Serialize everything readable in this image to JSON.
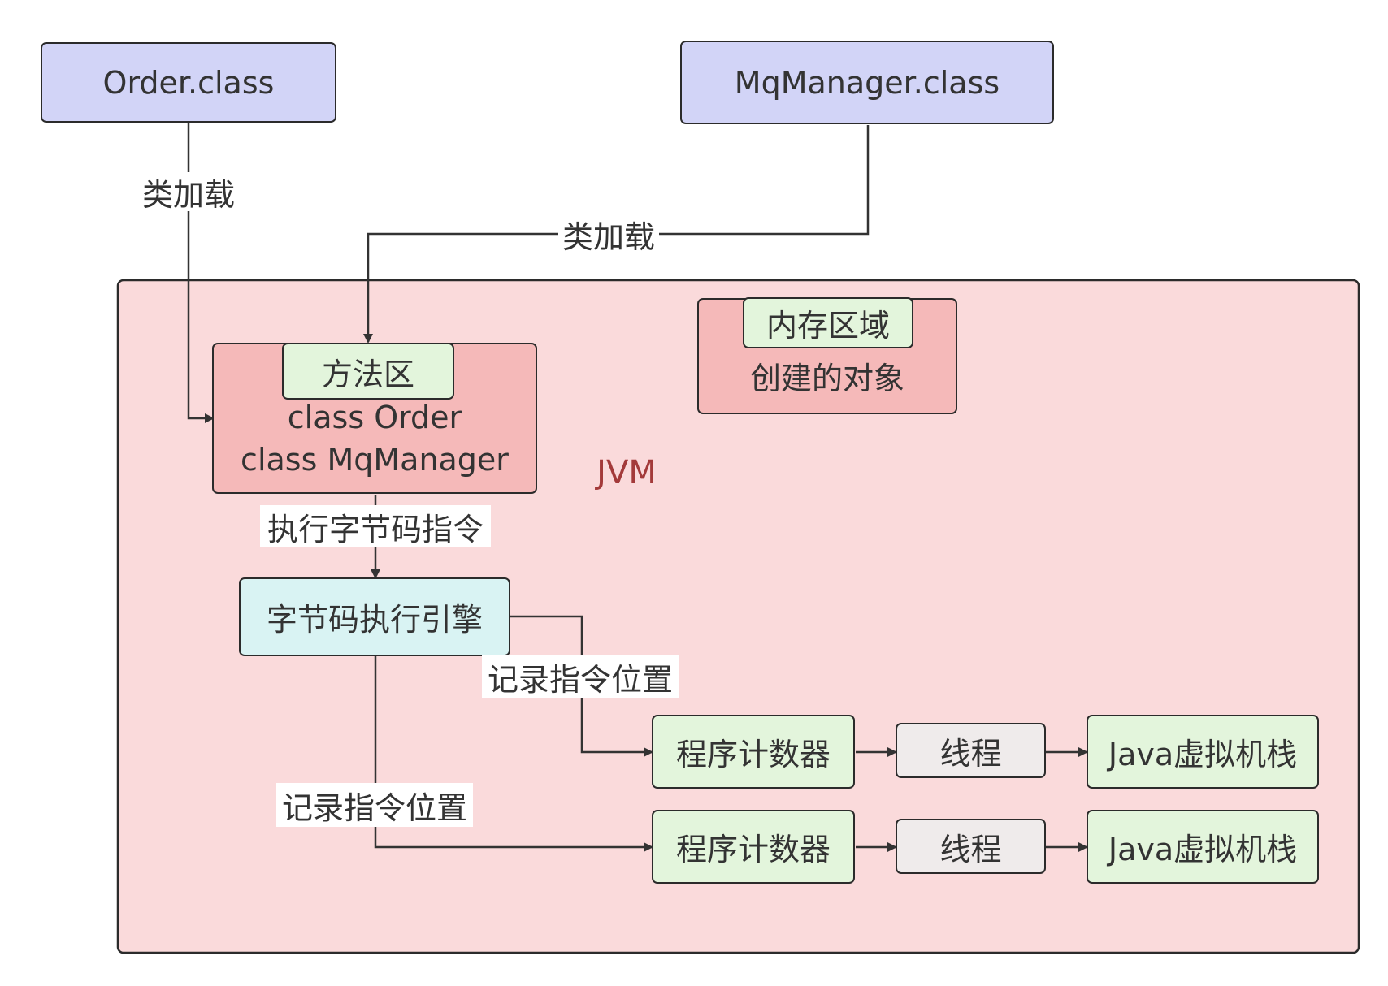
{
  "nodes": {
    "order_class": "Order.class",
    "mqmanager_class": "MqManager.class",
    "jvm_label": "JVM",
    "method_area": {
      "title": "方法区",
      "line1": "class Order",
      "line2": "class MqManager"
    },
    "memory_area": {
      "title": "内存区域",
      "content": "创建的对象"
    },
    "bytecode_engine": "字节码执行引擎",
    "rows": [
      {
        "counter": "程序计数器",
        "thread": "线程",
        "stack": "Java虚拟机栈"
      },
      {
        "counter": "程序计数器",
        "thread": "线程",
        "stack": "Java虚拟机栈"
      }
    ]
  },
  "edges": {
    "order_load": "类加载",
    "mq_load": "类加载",
    "execute": "执行字节码指令",
    "record_1": "记录指令位置",
    "record_2": "记录指令位置"
  },
  "colors": {
    "class_file": "#d2d4f7",
    "jvm_bg": "#fadadb",
    "area": "#f5b9b9",
    "title_tag": "#e3f5dc",
    "engine": "#d9f3f3",
    "thread": "#efebeb",
    "jvm_text": "#a33a3a"
  }
}
